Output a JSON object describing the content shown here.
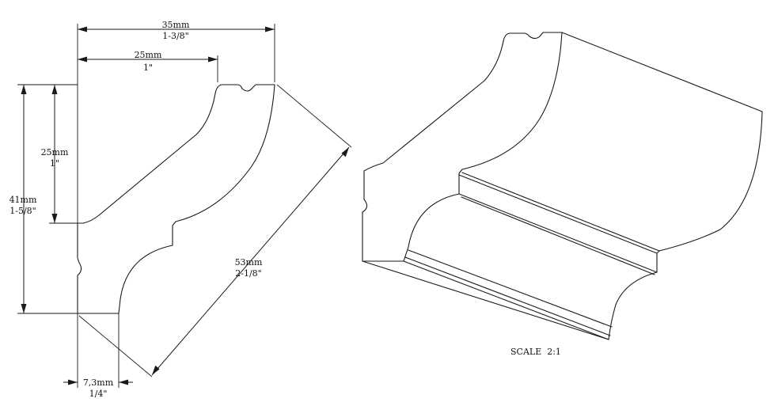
{
  "dimensions": {
    "top_width": {
      "metric": "35mm",
      "imperial": "1-3/8\""
    },
    "top_inner_width": {
      "metric": "25mm",
      "imperial": "1\""
    },
    "left_inner_height": {
      "metric": "25mm",
      "imperial": "1\""
    },
    "total_height": {
      "metric": "41mm",
      "imperial": "1-5/8\""
    },
    "diagonal": {
      "metric": "53mm",
      "imperial": "2-1/8\""
    },
    "bottom_offset": {
      "metric": "7,3mm",
      "imperial": "1/4\""
    }
  },
  "scale_label": "SCALE  2:1"
}
